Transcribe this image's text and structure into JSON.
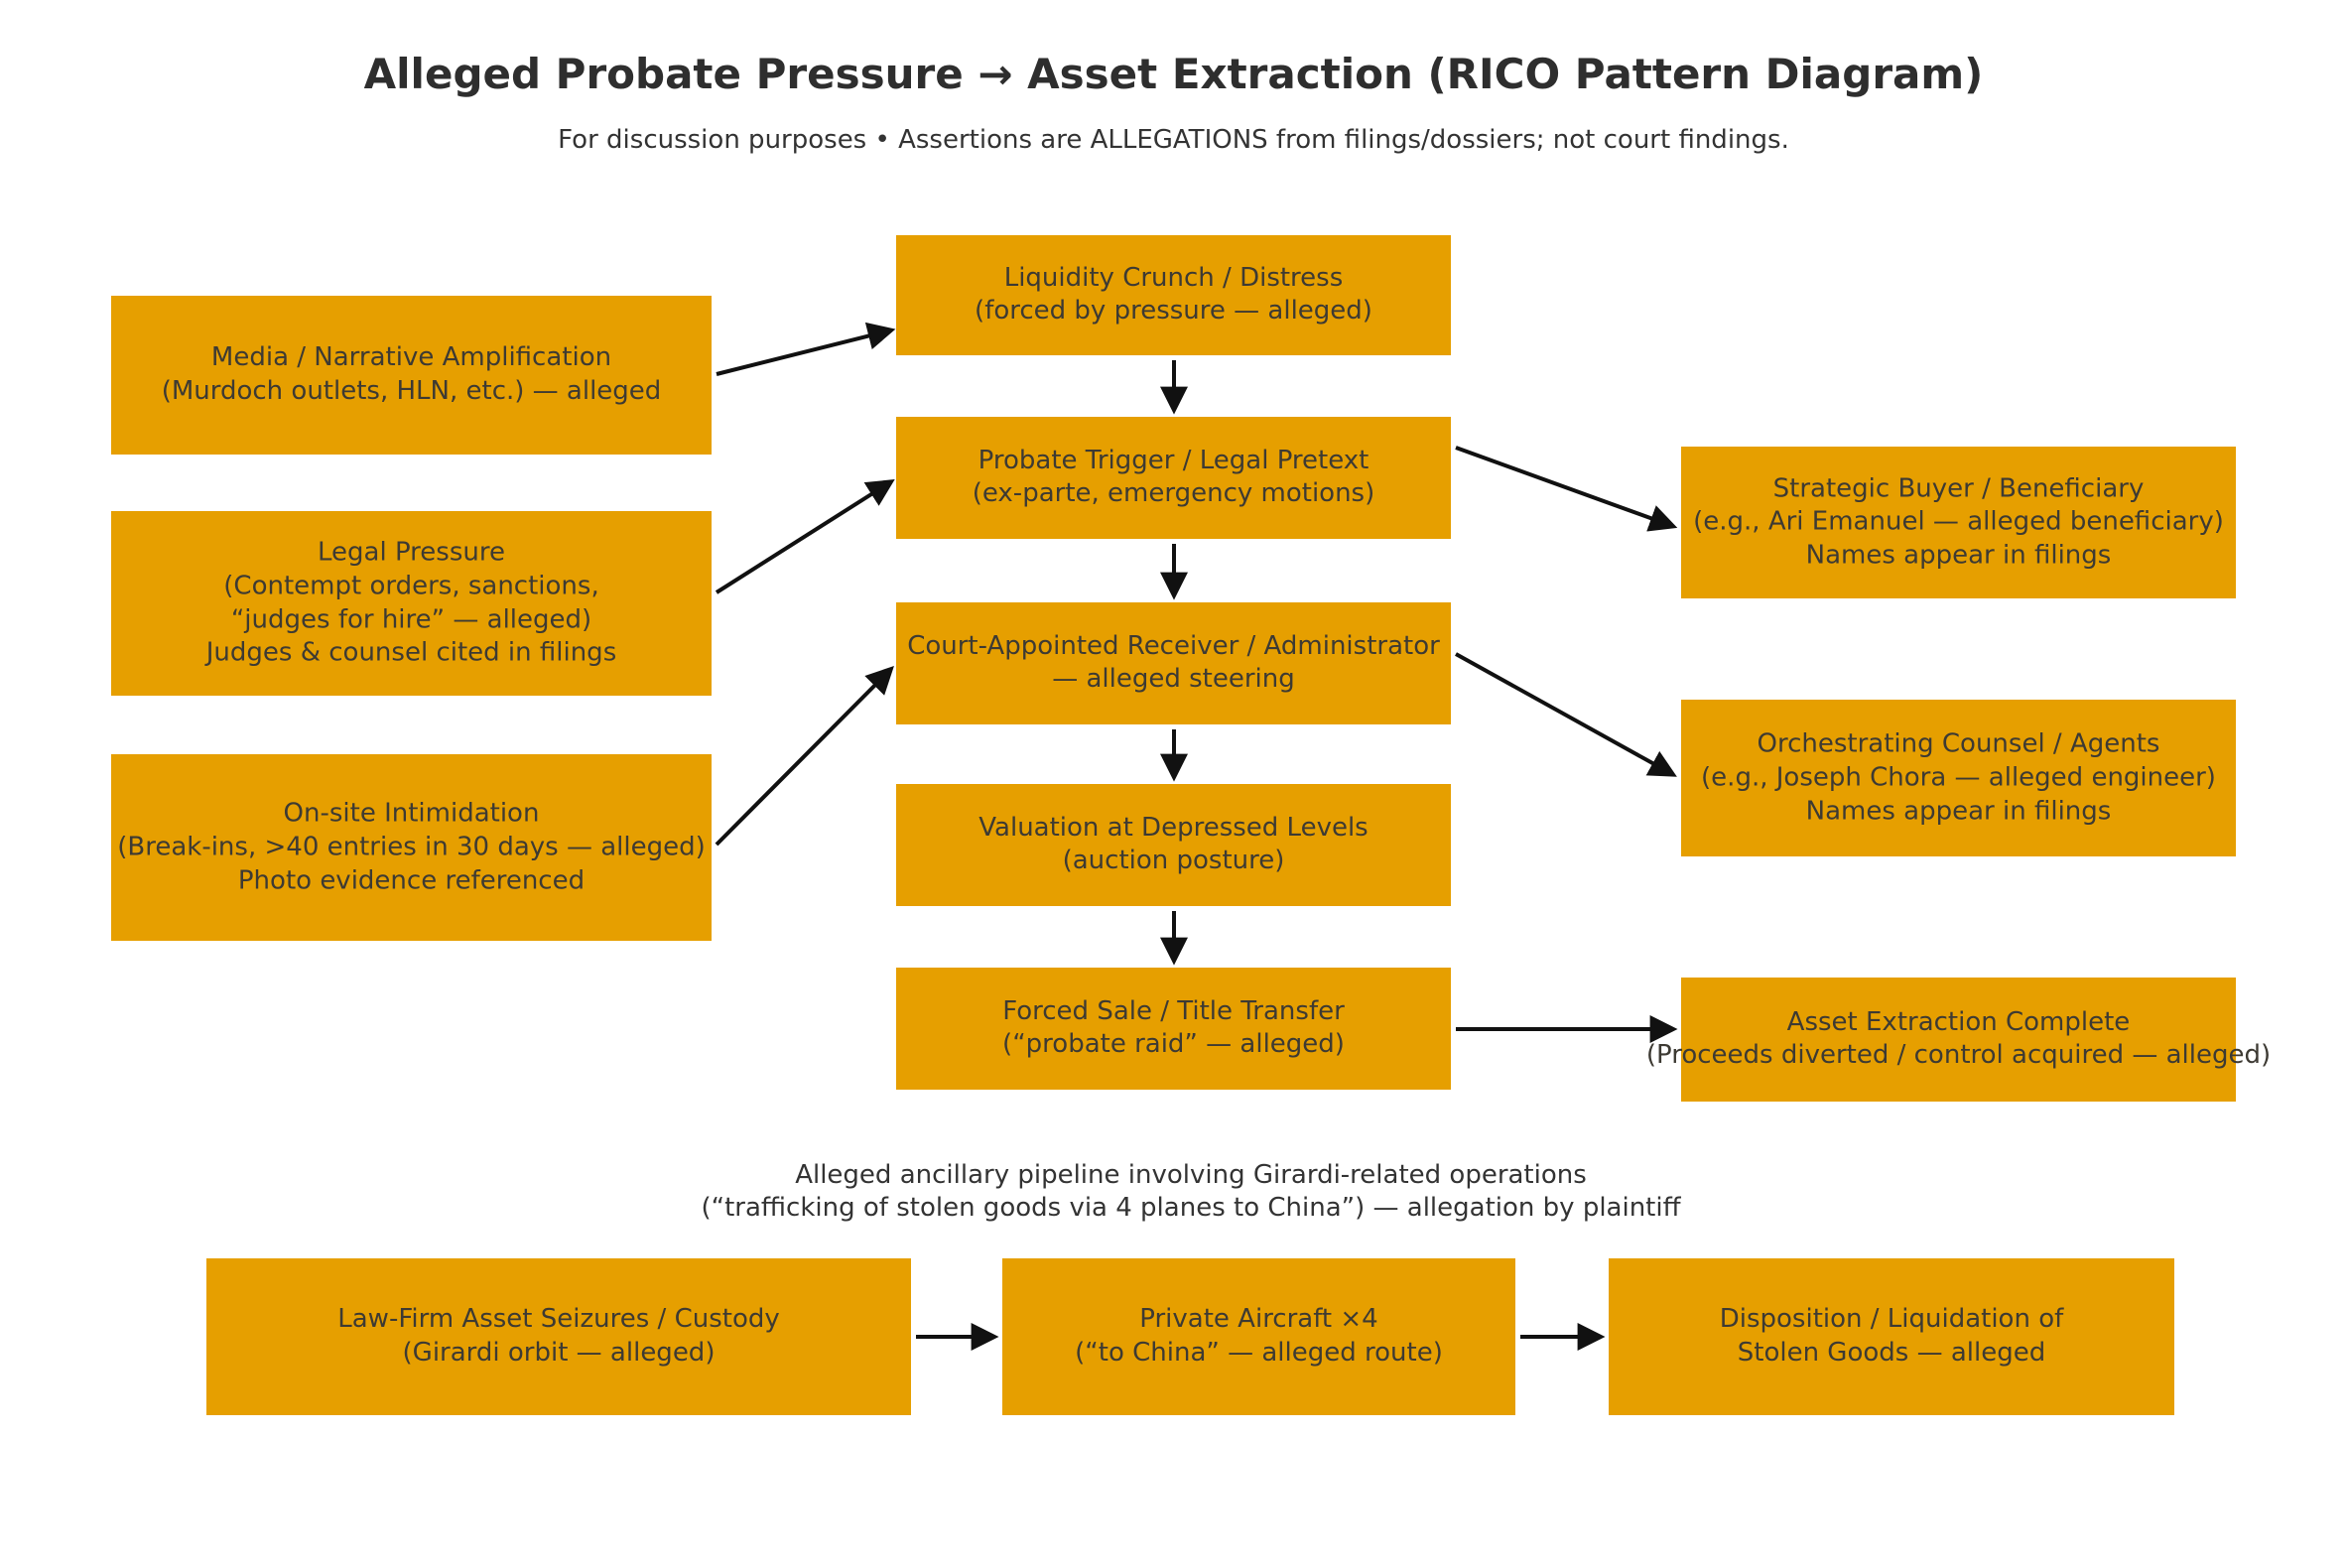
{
  "title": "Alleged Probate Pressure → Asset Extraction (RICO Pattern Diagram)",
  "subtitle": "For discussion purposes • Assertions are ALLEGATIONS from filings/dossiers; not court findings.",
  "colors": {
    "node_fill": "#E69F00",
    "node_text": "#3D3A33",
    "arrow": "#111111"
  },
  "nodes": {
    "media": {
      "text": "Media / Narrative Amplification\n(Murdoch outlets, HLN, etc.) — alleged"
    },
    "legal_pressure": {
      "text": "Legal Pressure\n(Contempt orders, sanctions,\n“judges for hire” — alleged)\nJudges & counsel cited in filings"
    },
    "intimidation": {
      "text": "On-site Intimidation\n(Break-ins, >40 entries in 30 days — alleged)\nPhoto evidence referenced"
    },
    "liquidity": {
      "text": "Liquidity Crunch / Distress\n(forced by pressure — alleged)"
    },
    "probate_trigger": {
      "text": "Probate Trigger / Legal Pretext\n(ex-parte, emergency motions)"
    },
    "receiver": {
      "text": "Court-Appointed Receiver / Administrator\n— alleged steering"
    },
    "valuation": {
      "text": "Valuation at Depressed Levels\n(auction posture)"
    },
    "forced_sale": {
      "text": "Forced Sale / Title Transfer\n(“probate raid” — alleged)"
    },
    "strategic_buyer": {
      "text": "Strategic Buyer / Beneficiary\n(e.g., Ari Emanuel — alleged beneficiary)\nNames appear in filings"
    },
    "orchestrating_counsel": {
      "text": "Orchestrating Counsel / Agents\n(e.g., Joseph Chora — alleged engineer)\nNames appear in filings"
    },
    "asset_extraction": {
      "text": "Asset Extraction Complete\n(Proceeds diverted / control acquired — alleged)"
    },
    "law_firm_seizures": {
      "text": "Law-Firm Asset Seizures / Custody\n(Girardi orbit — alleged)"
    },
    "private_aircraft": {
      "text": "Private Aircraft ×4\n(“to China” — alleged route)"
    },
    "disposition": {
      "text": "Disposition / Liquidation of\nStolen Goods — alleged"
    }
  },
  "annotation": "Alleged ancillary pipeline involving Girardi-related operations\n(“trafficking of stolen goods via 4 planes to China”) — allegation by plaintiff"
}
